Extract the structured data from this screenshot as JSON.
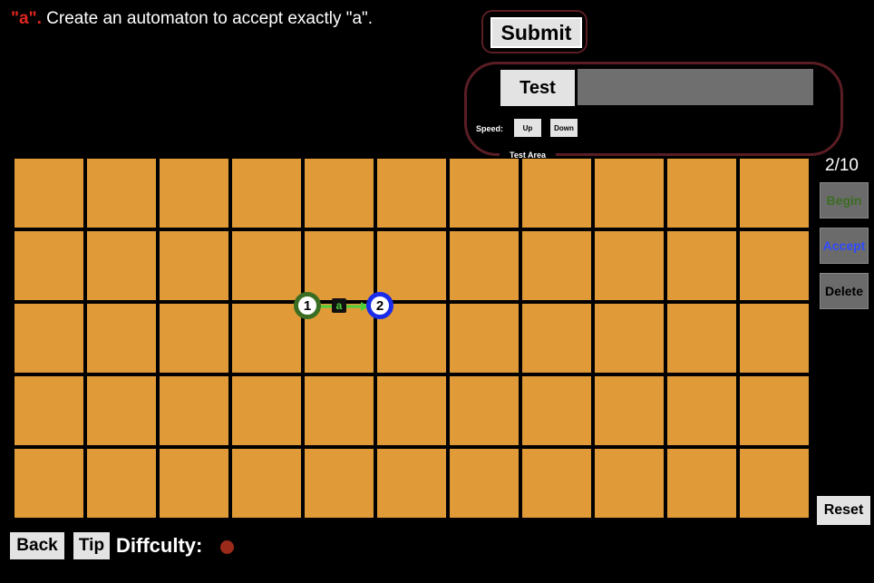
{
  "task": {
    "highlight": "\"a\".",
    "text": "Create an automaton to accept exactly \"a\"."
  },
  "submit": {
    "label": "Submit"
  },
  "test_area": {
    "test_label": "Test",
    "input_value": "",
    "speed_label": "Speed:",
    "speed_up": "Up",
    "speed_down": "Down",
    "area_label": "Test Area"
  },
  "board": {
    "columns": 11,
    "rows": 5,
    "states": [
      {
        "label": "1",
        "type": "begin",
        "color": "#3b6d22"
      },
      {
        "label": "2",
        "type": "accept",
        "color": "#1b2bea"
      }
    ],
    "transition": {
      "from": "1",
      "to": "2",
      "symbol": "a",
      "color": "#4bd13b"
    }
  },
  "side": {
    "counter": "2/10",
    "begin": "Begin",
    "accept": "Accept",
    "delete": "Delete",
    "reset": "Reset"
  },
  "footer": {
    "back": "Back",
    "tip": "Tip",
    "difficulty": "Diffculty:",
    "difficulty_level": 1,
    "difficulty_color": "#9c2a1b"
  }
}
